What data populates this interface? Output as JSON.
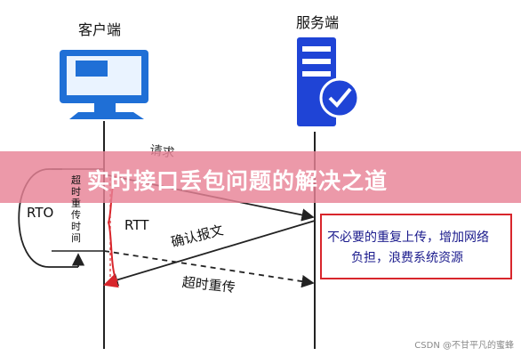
{
  "client_label": "客户端",
  "server_label": "服务端",
  "banner_title": "实时接口丢包问题的解决之道",
  "request_label": "请求",
  "timeout_label": "超时重传时间",
  "rto_label": "RTO",
  "rtt_label": "RTT",
  "ack_label": "确认报文",
  "retransmit_label": "超时重传",
  "note_lines": [
    "不必要的重复上传，增加网络",
    "负担，浪费系统资源"
  ],
  "watermark": "CSDN @不甘平凡的蜜蜂",
  "colors": {
    "client_icon": "#1f6fd6",
    "server_icon": "#1f44d6",
    "accent_red": "#d8262c",
    "banner": "#e88296"
  }
}
